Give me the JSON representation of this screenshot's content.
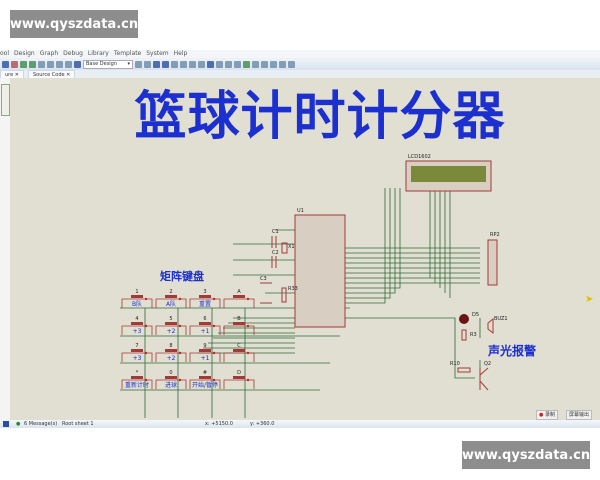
{
  "watermark": {
    "text": "www.qyszdata.cn"
  },
  "menu": [
    "ool",
    "Design",
    "Graph",
    "Debug",
    "Library",
    "Template",
    "System",
    "Help"
  ],
  "toolbar": {
    "design_select": "Base Design"
  },
  "tabs": [
    {
      "label": "ure"
    },
    {
      "label": "Source Code"
    }
  ],
  "canvas": {
    "title": "篮球计时计分器",
    "keypad_label": "矩阵键盘",
    "alarm_label": "声光报警",
    "lcd_label": "LCD1602",
    "mcu_label": "U1",
    "rp_label": "RP2",
    "component_labels": [
      "C1",
      "C2",
      "X1",
      "C3",
      "R33",
      "D5",
      "BUZ1",
      "R3",
      "R10",
      "Q2"
    ],
    "keys": [
      {
        "id": "1",
        "label": "B队"
      },
      {
        "id": "2",
        "label": "A队"
      },
      {
        "id": "3",
        "label": "重置"
      },
      {
        "id": "A",
        "label": ""
      },
      {
        "id": "4",
        "label": "+3"
      },
      {
        "id": "5",
        "label": "+2"
      },
      {
        "id": "6",
        "label": "+1"
      },
      {
        "id": "B",
        "label": ""
      },
      {
        "id": "7",
        "label": "+3"
      },
      {
        "id": "8",
        "label": "+2"
      },
      {
        "id": "9",
        "label": "+1"
      },
      {
        "id": "C",
        "label": ""
      },
      {
        "id": "*",
        "label": "重新计时"
      },
      {
        "id": "0",
        "label": "进球"
      },
      {
        "id": "#",
        "label": "开始/暂停"
      },
      {
        "id": "D",
        "label": ""
      }
    ]
  },
  "status": {
    "messages": "6 Message(s)",
    "sheet": "Root sheet 1",
    "x": "x: +5150.0",
    "y": "y: +360.0"
  },
  "corner_buttons": {
    "record": "录制",
    "screen": "屏幕输出"
  },
  "colors": {
    "title": "#1c2fcf",
    "wire": "#2f6b3a",
    "component": "#a33a3a",
    "canvas": "#e1dfd1"
  }
}
